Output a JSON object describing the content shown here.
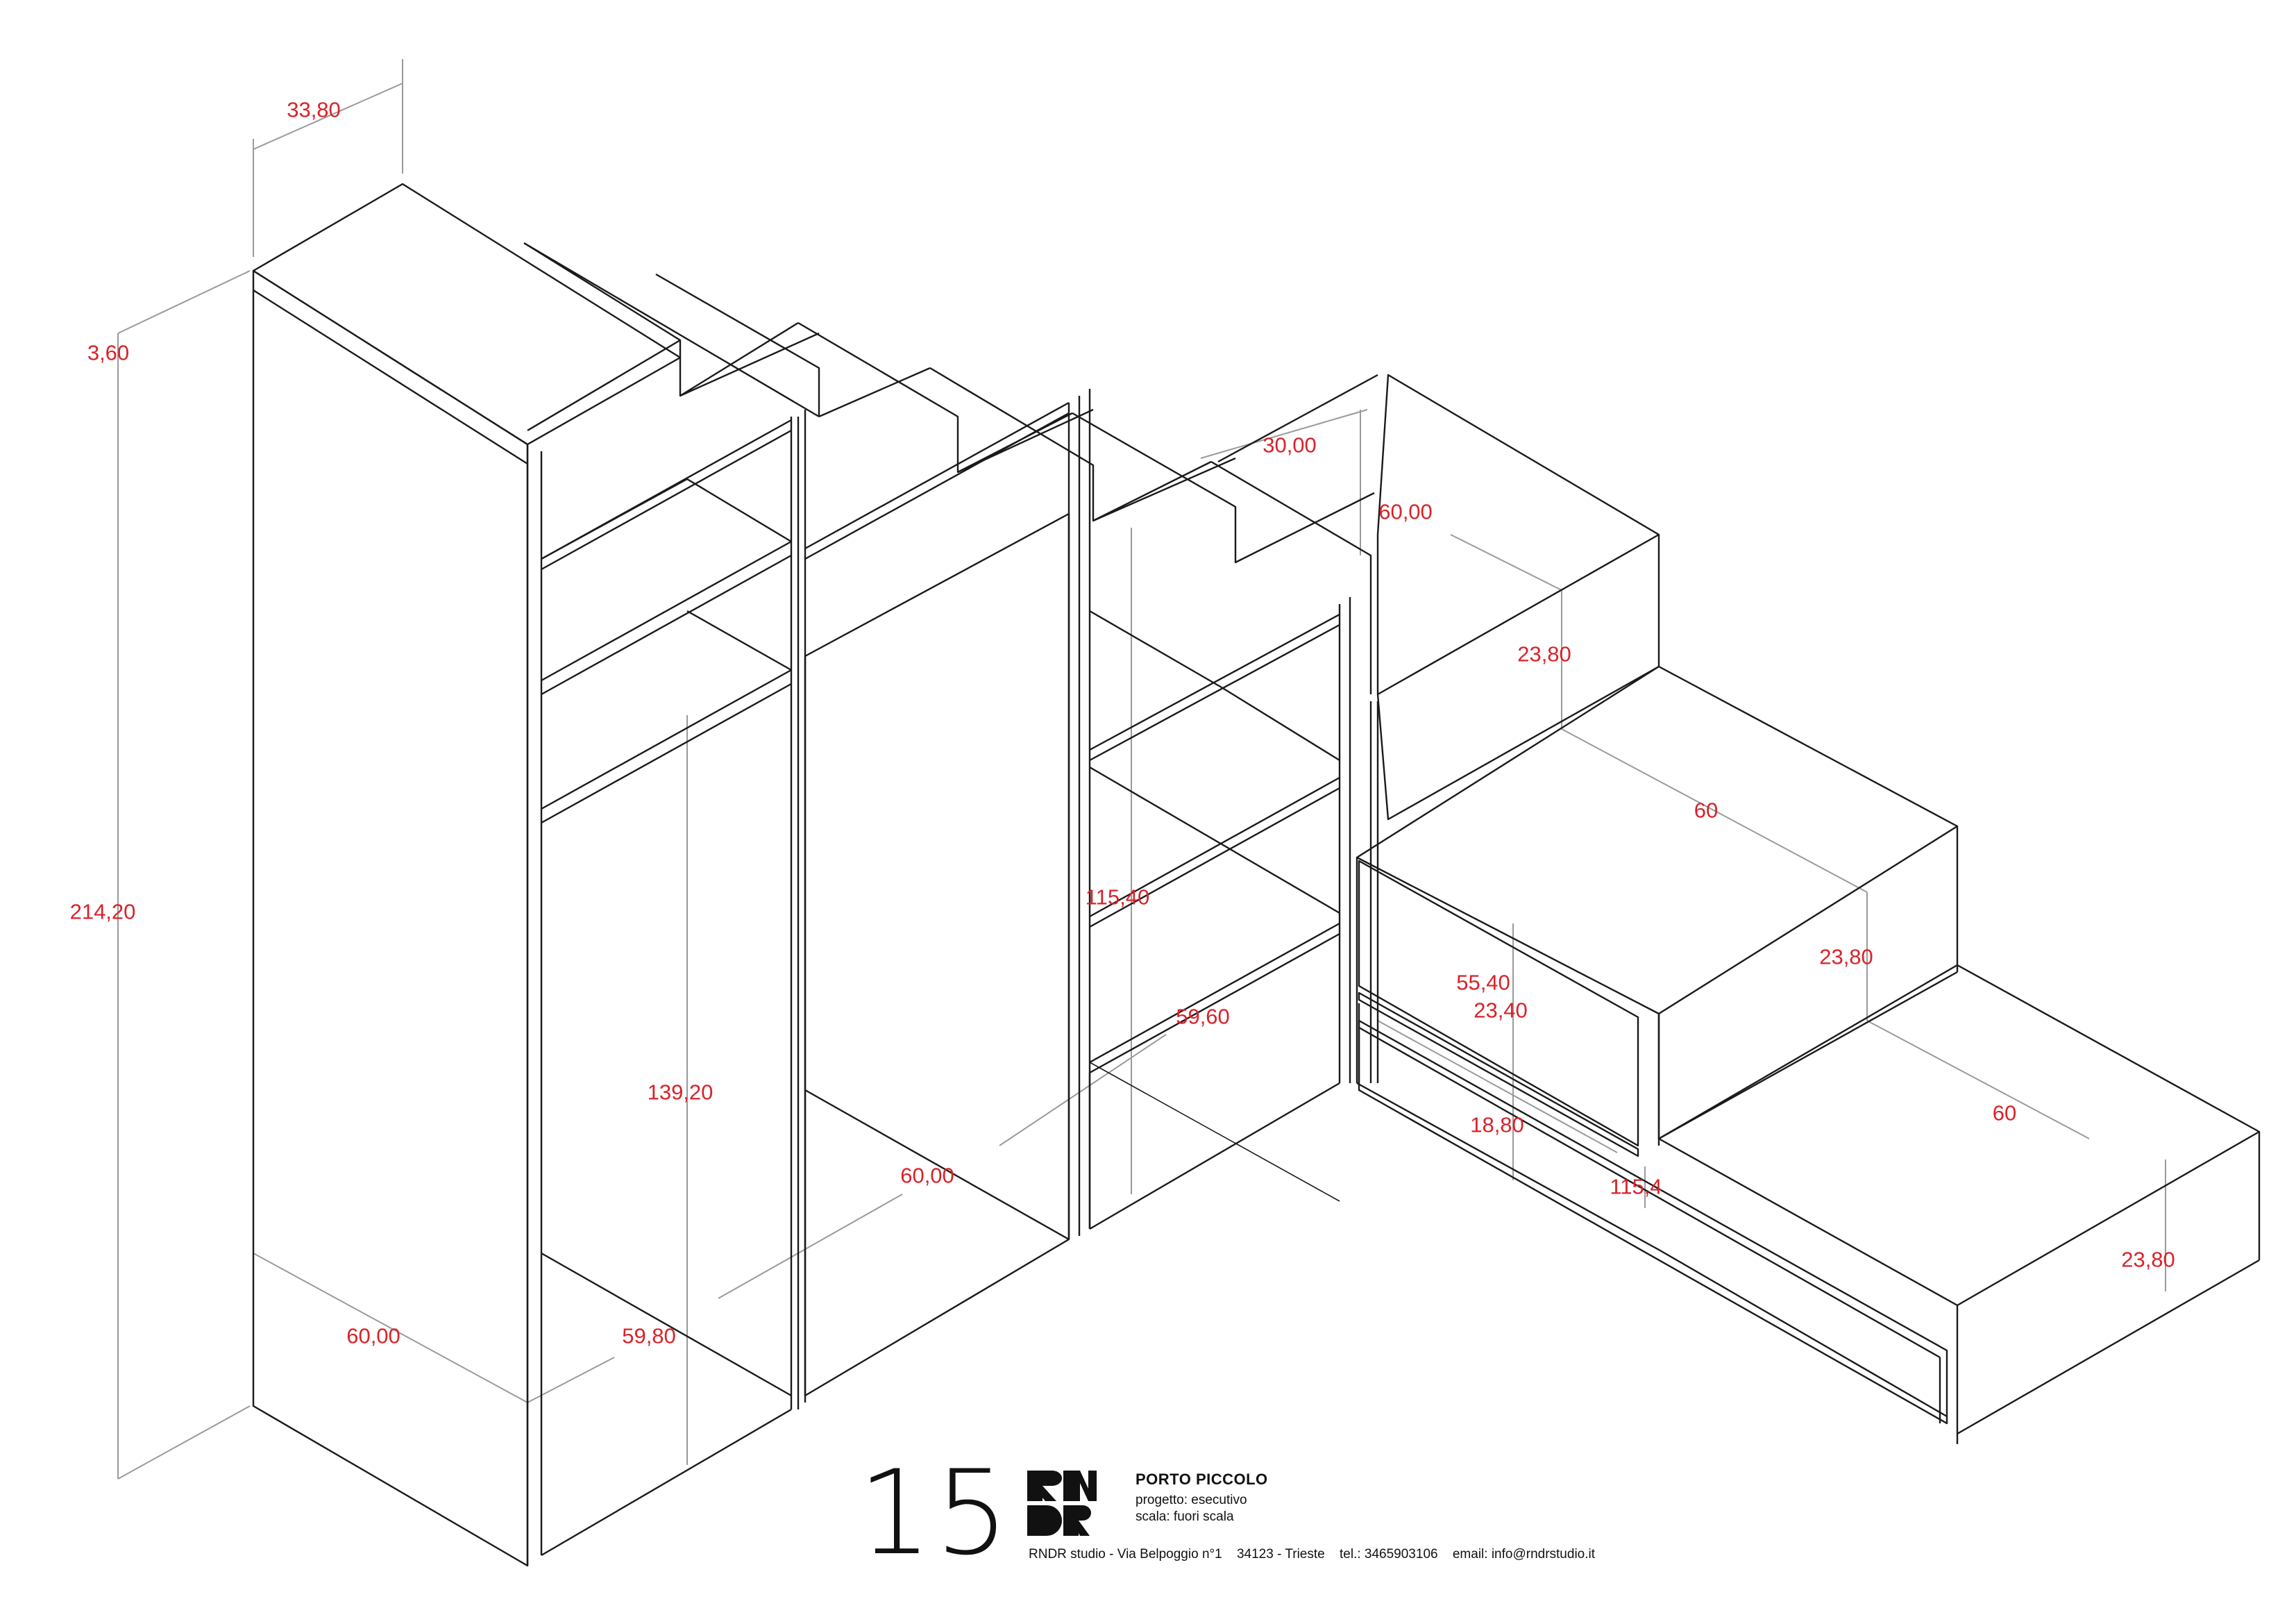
{
  "dimensions": {
    "overall_depth": "33,80",
    "top_thickness": "3,60",
    "overall_height": "214,20",
    "left_bottom_depth": "60,00",
    "left_bottom_width": "59,80",
    "hanging_height": "139,20",
    "middle_bottom_depth": "60,00",
    "right_unit_height": "115,40",
    "right_unit_width": "59,60",
    "step_depth": "30,00",
    "step_width": "60,00",
    "upper_step_height": "23,80",
    "middle_step_width": "60",
    "middle_step_height": "23,80",
    "drawer_width": "55,40",
    "drawer_height": "23,40",
    "plinth_height": "18,80",
    "base_length": "115,4",
    "lower_step_width": "60",
    "lower_step_height": "23,80"
  },
  "title_block": {
    "sheet_number": "15",
    "logo_text": "RNDR",
    "project_name": "PORTO PICCOLO",
    "phase": "progetto: esecutivo",
    "scale": "scala: fuori scala",
    "studio": "RNDR studio  -  Via Belpoggio  n°1",
    "city": "34123 - Trieste",
    "phone": "tel.: 3465903106",
    "email": "email: info@rndrstudio.it"
  },
  "colors": {
    "dimension_text": "#d8232a",
    "line": "#1a1a1a",
    "dimension_line": "#9a9a9a",
    "background": "#ffffff"
  }
}
